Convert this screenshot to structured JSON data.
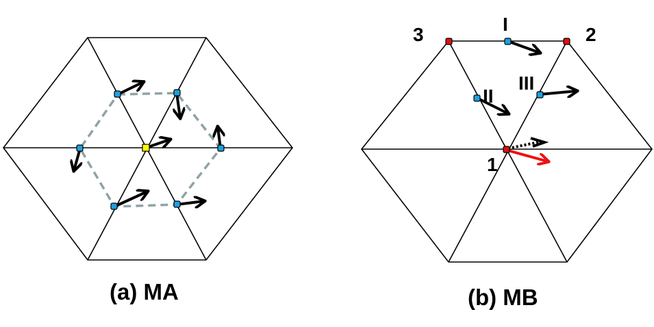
{
  "figure": {
    "panels": [
      {
        "id": "a",
        "caption": "(a) MA",
        "outer_hexagon": "regular hexagon subdivided into 6 triangles",
        "center_node_color": "#ffff00",
        "ring_node_color": "#1ea0e0",
        "dashed_ring_color": "#8fa3a6",
        "nodes": [
          "center",
          "upper-left",
          "upper-right",
          "right",
          "lower-right",
          "lower-left",
          "left"
        ]
      },
      {
        "id": "b",
        "caption": "(b) MB",
        "vertex_node_color": "#dd1111",
        "edge_node_color": "#1ea0e0",
        "vertex_labels": [
          "1",
          "2",
          "3"
        ],
        "edge_labels": [
          "I",
          "II",
          "III"
        ],
        "center_arrow_color": "#ee1111"
      }
    ]
  },
  "labels": {
    "v1": "1",
    "v2": "2",
    "v3": "3",
    "eI": "I",
    "eII": "II",
    "eIII": "III",
    "caption_a": "(a) MA",
    "caption_b": "(b) MB"
  }
}
